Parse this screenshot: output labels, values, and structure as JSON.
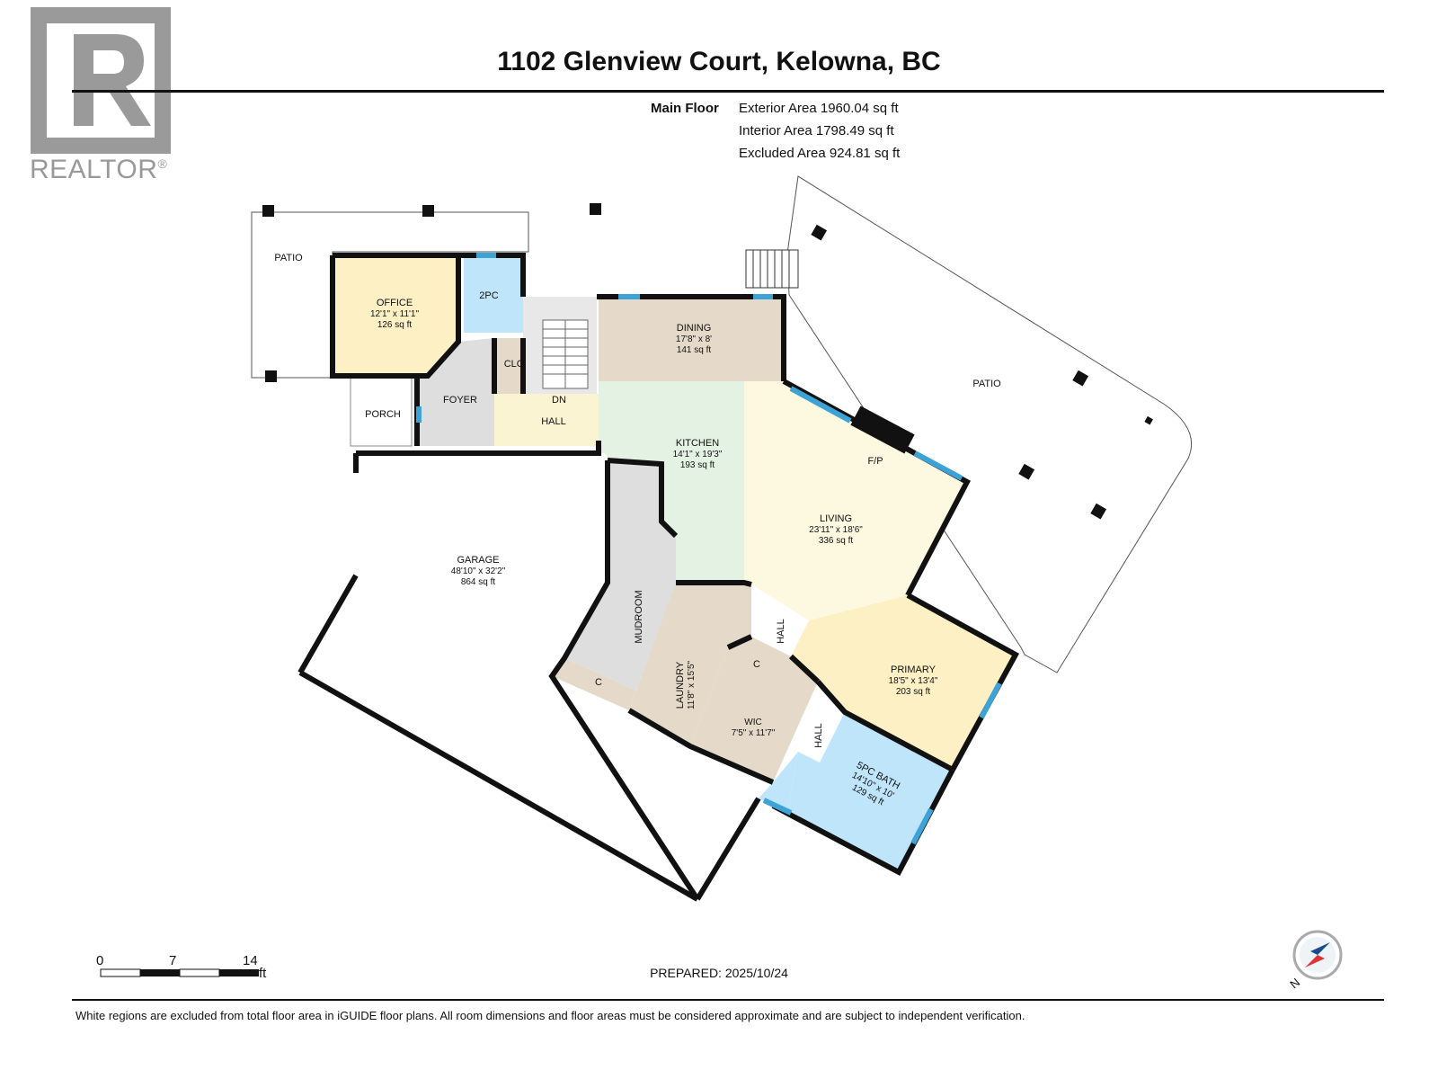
{
  "header": {
    "title": "1102 Glenview Court, Kelowna, BC",
    "logo_text": "REALTOR",
    "logo_mark": "®"
  },
  "areas": {
    "floor_label": "Main Floor",
    "exterior": "Exterior Area 1960.04 sq ft",
    "interior": "Interior Area 1798.49 sq ft",
    "excluded": "Excluded Area 924.81 sq ft"
  },
  "rooms": {
    "patio_left": {
      "name": "PATIO"
    },
    "office": {
      "name": "OFFICE",
      "dims": "12'1\" x 11'1\"",
      "area": "126 sq ft"
    },
    "twopc": {
      "name": "2PC"
    },
    "clo": {
      "name": "CLO"
    },
    "foyer": {
      "name": "FOYER"
    },
    "porch": {
      "name": "PORCH"
    },
    "dn": {
      "name": "DN"
    },
    "hall_top": {
      "name": "HALL"
    },
    "dining": {
      "name": "DINING",
      "dims": "17'8\" x 8'",
      "area": "141 sq ft"
    },
    "kitchen": {
      "name": "KITCHEN",
      "dims": "14'1\" x 19'3\"",
      "area": "193 sq ft"
    },
    "living": {
      "name": "LIVING",
      "dims": "23'11\" x 18'6\"",
      "area": "336 sq ft"
    },
    "fp": {
      "name": "F/P"
    },
    "patio_right": {
      "name": "PATIO"
    },
    "garage": {
      "name": "GARAGE",
      "dims": "48'10\" x 32'2\"",
      "area": "864 sq ft"
    },
    "mudroom": {
      "name": "MUDROOM"
    },
    "c_mud": {
      "name": "C"
    },
    "laundry": {
      "name": "LAUNDRY",
      "dims": "11'8\" x 15'5\""
    },
    "hall_mid": {
      "name": "HALL"
    },
    "c_small": {
      "name": "C"
    },
    "wic": {
      "name": "WIC",
      "dims": "7'5\" x 11'7\""
    },
    "hall_low": {
      "name": "HALL"
    },
    "primary": {
      "name": "PRIMARY",
      "dims": "18'5\" x 13'4\"",
      "area": "203 sq ft"
    },
    "bath": {
      "name": "5PC BATH",
      "dims": "14'10\" x 10'",
      "area": "129 sq ft"
    }
  },
  "scale": {
    "t0": "0",
    "t1": "7",
    "t2": "14",
    "unit": "ft"
  },
  "compass": {
    "letter": "N",
    "icon": "compass-icon"
  },
  "footer": {
    "prepared": "PREPARED: 2025/10/24",
    "disclaimer": "White regions are excluded from total floor area in iGUIDE floor plans. All room dimensions and floor areas must be considered approximate and are subject to independent verification."
  },
  "colors": {
    "office": "#fdf0c4",
    "bath": "#bfe5fb",
    "utility": "#e5d9c9",
    "grey": "#dedede",
    "hall": "#fbf4d2",
    "kitchen": "#e3f2e3",
    "living": "#fdf9e1",
    "primary": "#fdf0c4",
    "window": "#3da3d6"
  }
}
